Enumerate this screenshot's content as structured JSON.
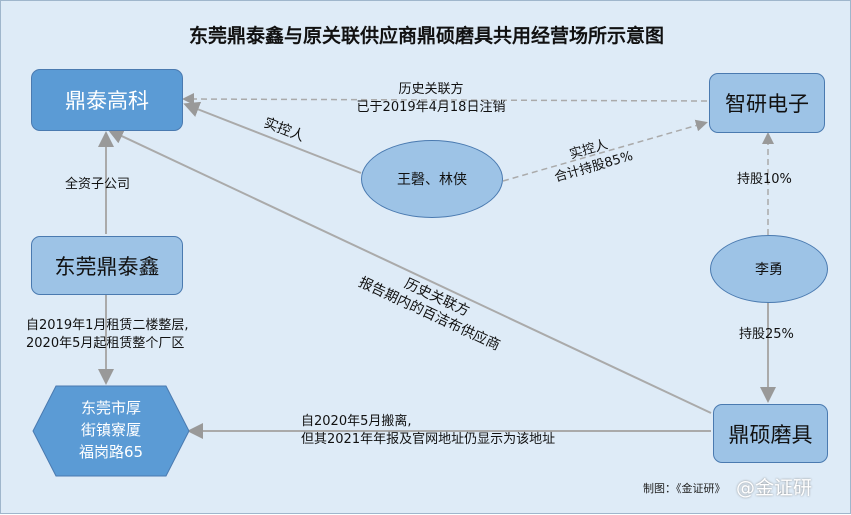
{
  "title": "东莞鼎泰鑫与原关联供应商鼎硕磨具共用经营场所示意图",
  "nodes": {
    "dingtai": "鼎泰高科",
    "zhiyan": "智研电子",
    "dongguan": "东莞鼎泰鑫",
    "address": [
      "东莞市厚",
      "街镇寮厦",
      "福岗路65"
    ],
    "dingshuo": "鼎硕磨具",
    "wang": "王磬、林侠",
    "li": "李勇"
  },
  "edges": {
    "hist1": [
      "历史关联方",
      "已于2019年4月18日注销"
    ],
    "control1": "实控人",
    "control2": [
      "实控人",
      "合计持股85%"
    ],
    "sub": "全资子公司",
    "hold10": "持股10%",
    "hold25": "持股25%",
    "hist2": [
      "历史关联方",
      "报告期内的百洁布供应商"
    ],
    "lease": [
      "自2019年1月租赁二楼整层,",
      "2020年5月起租赁整个厂区"
    ],
    "move": [
      "自2020年5月搬离,",
      "但其2021年年报及官网地址仍显示为该地址"
    ]
  },
  "footer": "制图：《金证研》",
  "watermark": "@金证研"
}
